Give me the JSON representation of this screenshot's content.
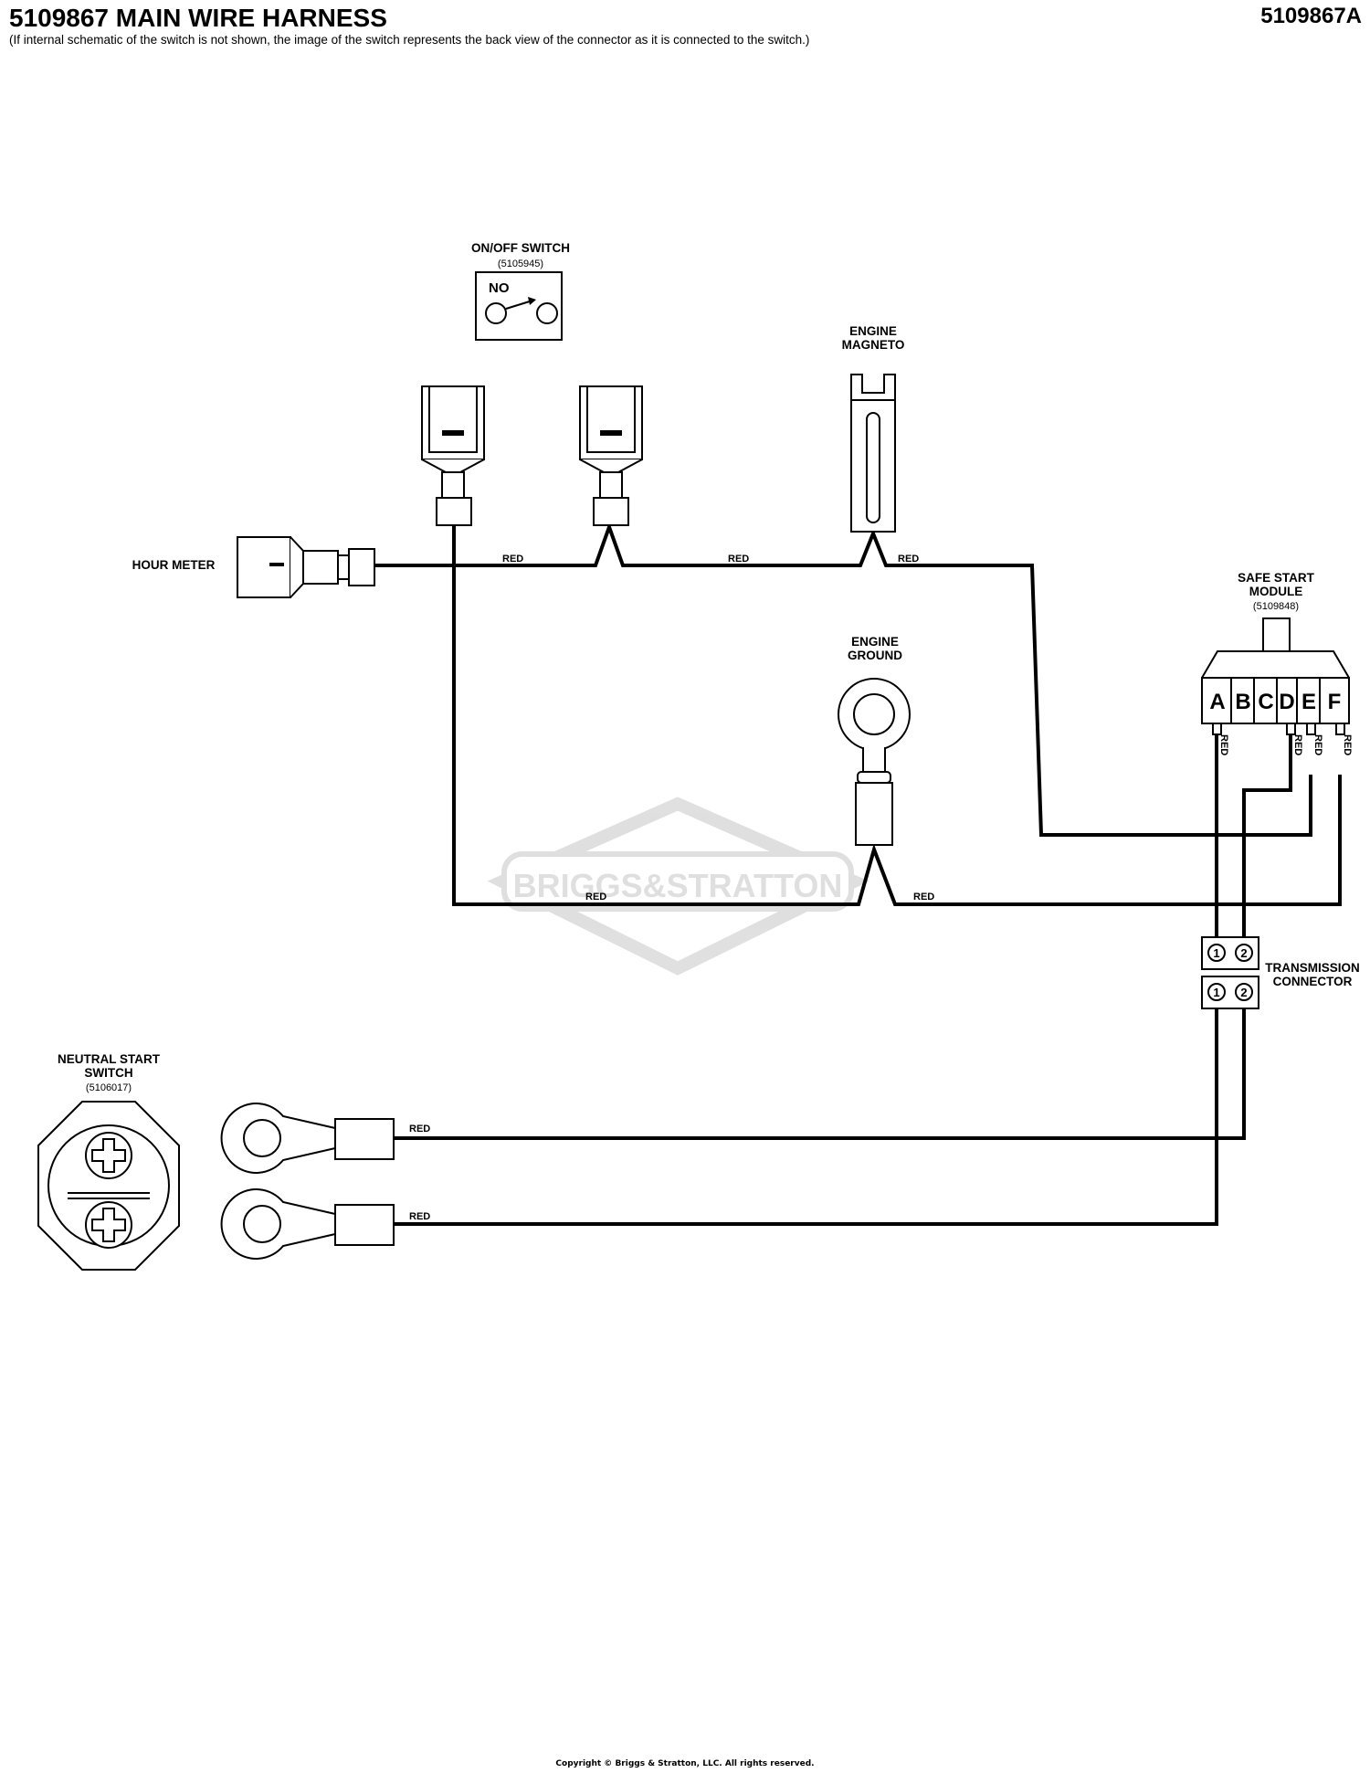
{
  "header": {
    "title": "5109867 MAIN WIRE HARNESS",
    "subtitle": "(If internal schematic of the switch is not shown, the image of the switch represents the back view of the connector as it is connected to the switch.)",
    "doc_id": "5109867A"
  },
  "components": {
    "on_off_switch": {
      "label": "ON/OFF SWITCH",
      "part": "(5105945)",
      "contact": "NO"
    },
    "engine_magneto": {
      "label_line1": "ENGINE",
      "label_line2": "MAGNETO"
    },
    "hour_meter": {
      "label": "HOUR METER"
    },
    "safe_start_module": {
      "label_line1": "SAFE START",
      "label_line2": "MODULE",
      "part": "(5109848)",
      "pins": [
        "A",
        "B",
        "C",
        "D",
        "E",
        "F"
      ]
    },
    "engine_ground": {
      "label_line1": "ENGINE",
      "label_line2": "GROUND"
    },
    "transmission_connector": {
      "label_line1": "TRANSMISSION",
      "label_line2": "CONNECTOR",
      "pins": [
        "1",
        "2"
      ]
    },
    "neutral_start_switch": {
      "label_line1": "NEUTRAL START",
      "label_line2": "SWITCH",
      "part": "(5106017)"
    }
  },
  "wires": {
    "color_label": "RED",
    "wire_color_hex": "#000000"
  },
  "watermark": {
    "text": "BRIGGS&STRATTON"
  },
  "footer": {
    "copyright": "Copyright © Briggs & Stratton, LLC. All rights reserved."
  }
}
